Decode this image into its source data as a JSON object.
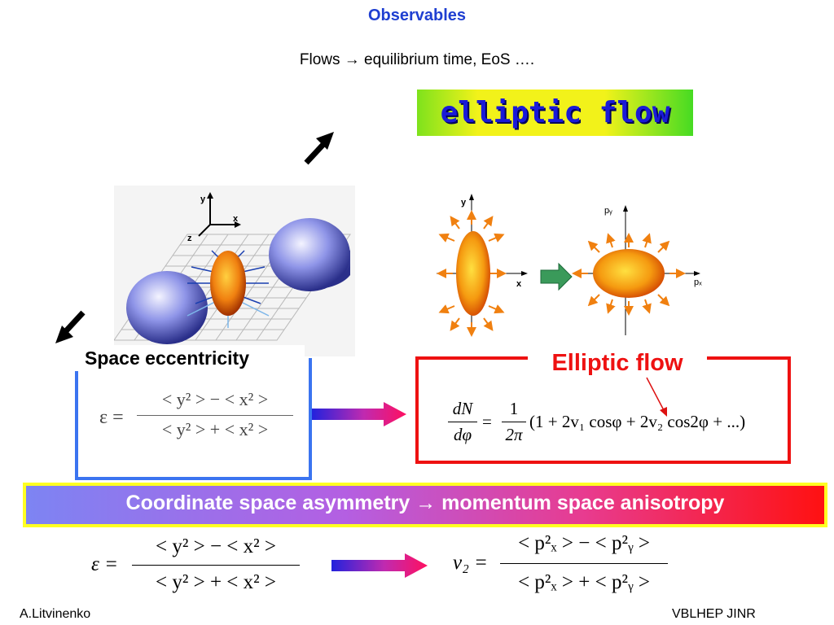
{
  "header": {
    "title": "Observables",
    "subtitle": "Flows → equilibrium time,  EoS …."
  },
  "banner": {
    "text": "elliptic flow"
  },
  "space_panel": {
    "label": "Space eccentricity",
    "formula_lhs": "ε =",
    "numerator": "< y² > − < x² >",
    "denominator": "< y² > + < x² >"
  },
  "flow_panel": {
    "label": "Elliptic flow",
    "frac_num": "dN",
    "frac_den": "dφ",
    "equals": "=",
    "one": "1",
    "two_pi": "2π",
    "series": "(1 + 2v₁ cosφ + 2v₂ cos2φ + ...)"
  },
  "diagram": {
    "axis_y": "y",
    "axis_x": "x",
    "axis_z": "z",
    "axis_py": "pᵧ",
    "axis_px": "pₓ"
  },
  "asymmetry_bar": {
    "text": "Coordinate space asymmetry → momentum space anisotropy"
  },
  "bottom": {
    "eps_lhs": "ε =",
    "eps_num": "< y² > − < x² >",
    "eps_den": "< y² > + < x² >",
    "v2_lhs": "v₂ =",
    "v2_num": "< p²ₓ > − < p²ᵧ >",
    "v2_den": "< p²ₓ > + < p²ᵧ >"
  },
  "footer": {
    "left": "A.Litvinenko",
    "right": "VBLHEP JINR"
  },
  "colors": {
    "title": "#1f3fd1",
    "banner_text": "#1a1ad8",
    "flow_red": "#ee1111",
    "space_blue": "#3b74f0",
    "bar_border": "#ffff22"
  }
}
